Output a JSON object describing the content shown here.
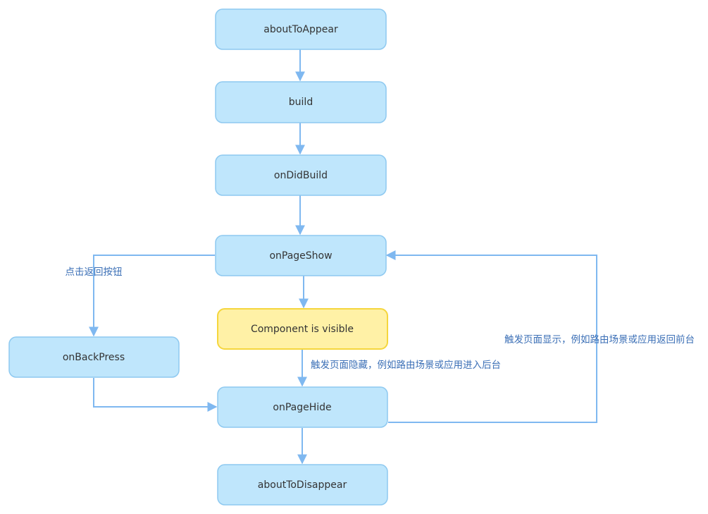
{
  "nodes": {
    "about_to_appear": "aboutToAppear",
    "build": "build",
    "on_did_build": "onDidBuild",
    "on_page_show": "onPageShow",
    "component_visible": "Component is visible",
    "on_back_press": "onBackPress",
    "on_page_hide": "onPageHide",
    "about_to_disappear": "aboutToDisappear"
  },
  "edge_labels": {
    "back_button": "点击返回按钮",
    "page_hidden": "触发页面隐藏，例如路由场景或应用进入后台",
    "page_shown": "触发页面显示，例如路由场景或应用返回前台"
  },
  "colors": {
    "node_fill": "#bfe6fc",
    "node_border": "#8ec9f0",
    "highlight_fill": "#fff1a6",
    "highlight_border": "#f5d63d",
    "edge": "#7fb8f0",
    "edge_label": "#3b6fb6"
  }
}
